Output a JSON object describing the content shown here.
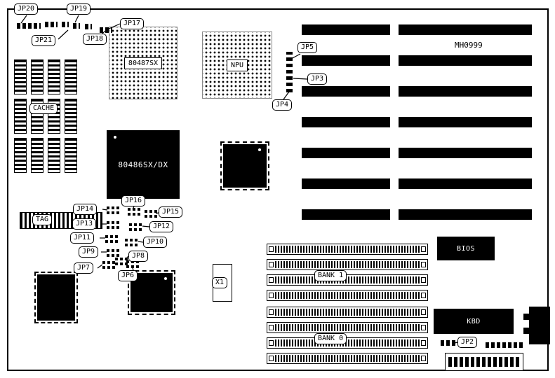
{
  "board": {
    "model": "MH0999"
  },
  "components": {
    "copro_socket": "80487SX",
    "npu": "NPU",
    "cpu": "80486SX/DX",
    "cache": "CACHE",
    "tag": "TAG",
    "bios": "BIOS",
    "kbd": "KBD",
    "crystal": "X1",
    "bank1": "BANK 1",
    "bank0": "BANK 0"
  },
  "jumpers": {
    "jp2": "JP2",
    "jp3": "JP3",
    "jp4": "JP4",
    "jp5": "JP5",
    "jp6": "JP6",
    "jp7": "JP7",
    "jp8": "JP8",
    "jp9": "JP9",
    "jp10": "JP10",
    "jp11": "JP11",
    "jp12": "JP12",
    "jp13": "JP13",
    "jp14": "JP14",
    "jp15": "JP15",
    "jp16": "JP16",
    "jp17": "JP17",
    "jp18": "JP18",
    "jp19": "JP19",
    "jp20": "JP20",
    "jp21": "JP21"
  }
}
